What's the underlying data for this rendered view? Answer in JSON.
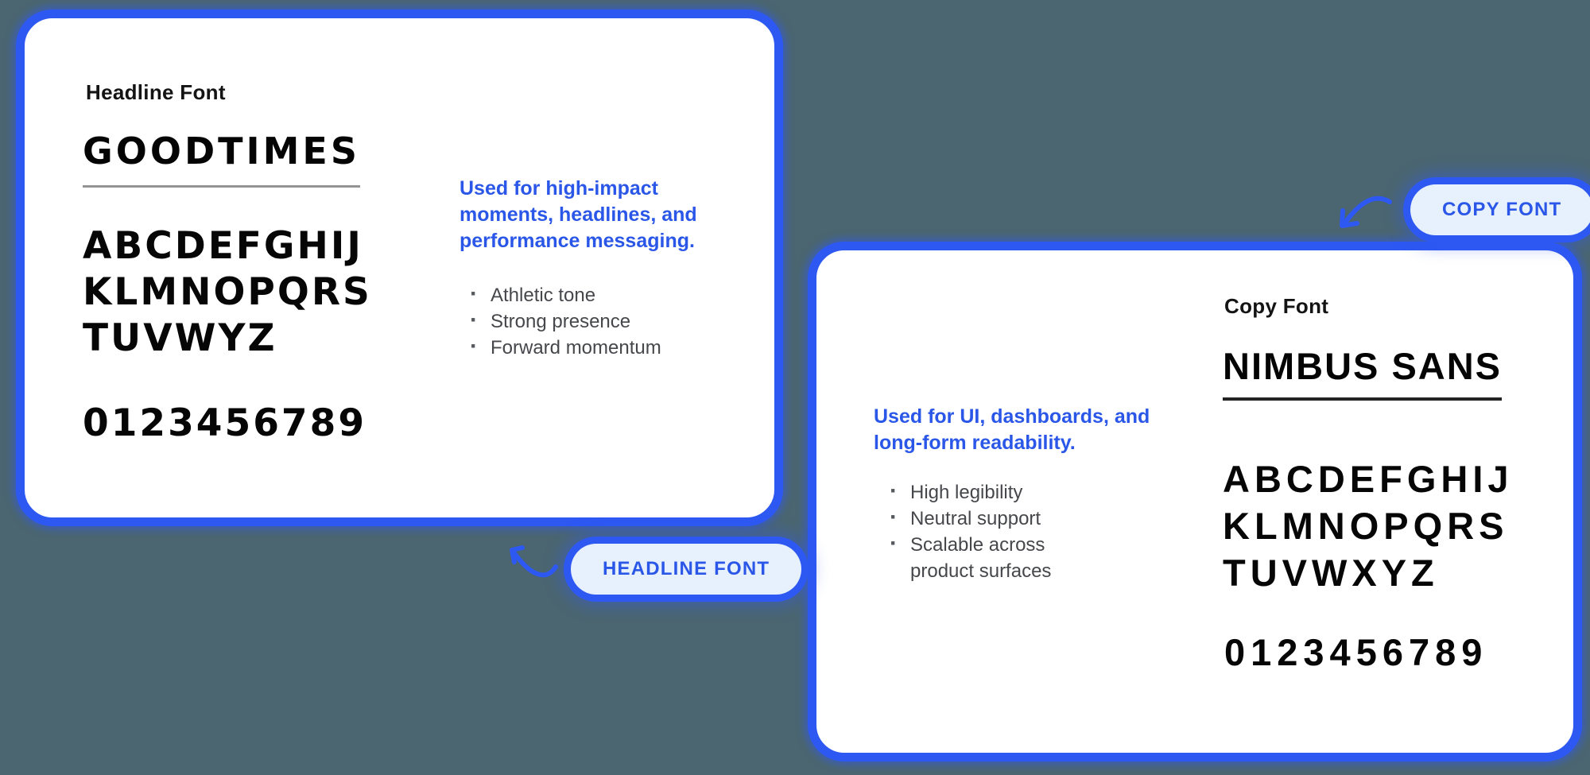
{
  "page": {
    "colors": {
      "background": "#4b6670",
      "accent_blue": "#2e58f2",
      "text_blue": "#2b57e8",
      "pill_background": "#e7f0fd",
      "card_background": "#ffffff"
    }
  },
  "headline_card": {
    "label": "Headline Font",
    "font_name": "GOODTIMES",
    "alphabet_lines": [
      "ABCDEFGHIJ",
      "KLMNOPQRS",
      "TUVWYZ"
    ],
    "numerals": "0123456789",
    "description": "Used for high-impact moments, headlines, and performance messaging.",
    "bullets": [
      "Athletic tone",
      "Strong presence",
      "Forward momentum"
    ],
    "tag": "HEADLINE FONT"
  },
  "copy_card": {
    "label": "Copy Font",
    "font_name": "NIMBUS SANS",
    "alphabet_lines": [
      "ABCDEFGHIJ",
      "KLMNOPQRS",
      "TUVWXYZ"
    ],
    "numerals": "0123456789",
    "description": "Used for UI, dashboards, and long-form readability.",
    "bullets": [
      "High legibility",
      "Neutral support",
      "Scalable across product surfaces"
    ],
    "tag": "COPY FONT"
  }
}
